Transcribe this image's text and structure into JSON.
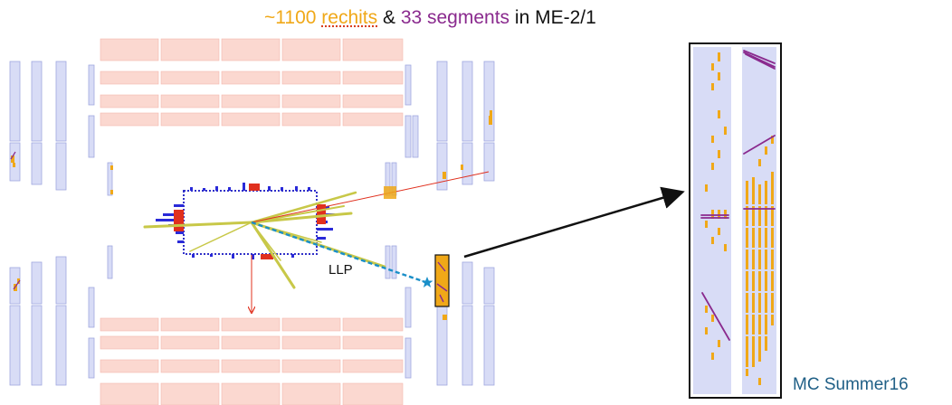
{
  "title": {
    "part1": "~1100 ",
    "part2": "rechits",
    "part3": " & ",
    "part4": "33 segments",
    "part5": " in ME-2/1"
  },
  "llp_label": "LLP",
  "mc_label": "MC Summer16",
  "colors": {
    "orange": "#f0a818",
    "purple": "#8a2a8e",
    "pink": "#fbd8d0",
    "blue_panel": "#d8dcf6",
    "blue_outline": "#a0a8e0",
    "dashed_blue": "#1a8fc8",
    "muon_red": "#e0301e",
    "jet_yellow": "#c8c848",
    "mc_text": "#1f5f86"
  },
  "icons": [
    "star-icon",
    "arrow-icon"
  ]
}
